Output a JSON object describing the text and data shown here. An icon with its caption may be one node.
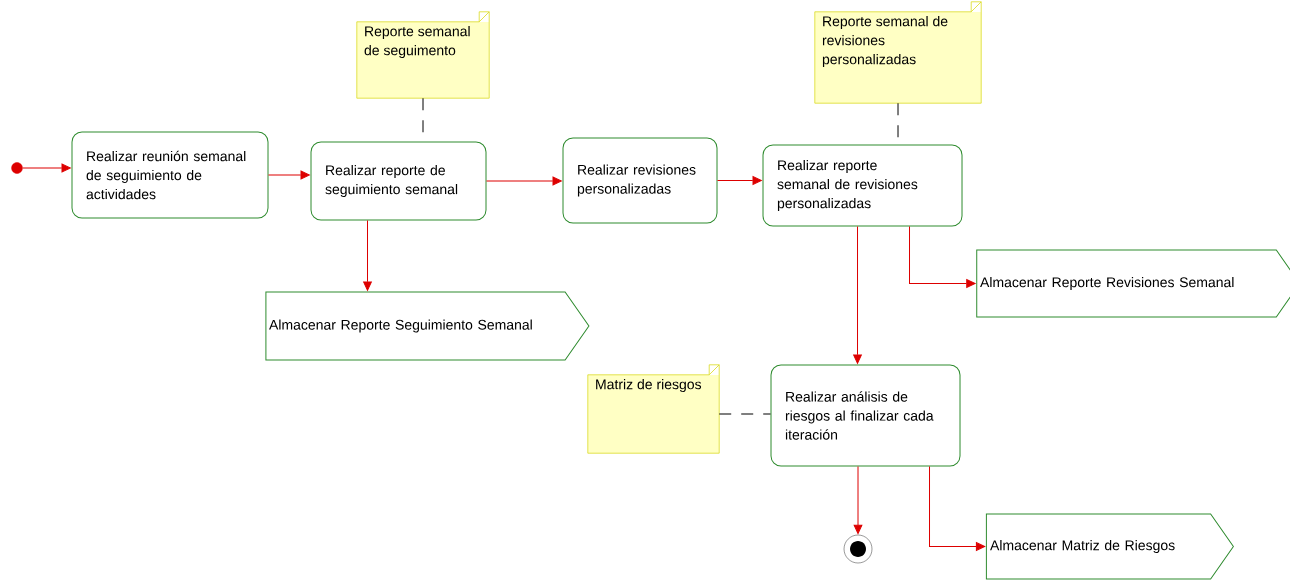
{
  "diagram": {
    "nodes": [
      {
        "text": [],
        "shape": "circle"
      },
      {
        "text": [
          "Realizar reunión semanal de seguimiento de actividades"
        ]
      },
      {
        "text": [
          "Realizar reporte de seguimiento semanal"
        ]
      },
      {
        "text": [
          "Reporte semanal de seguimento"
        ]
      },
      {
        "text": [
          "Realizar revisiones personalizadas"
        ]
      },
      {
        "text": [
          "Realizar reporte semanal de revisiones personalizadas"
        ]
      },
      {
        "text": [
          "Reporte semanal de revisiones personalizadas"
        ]
      },
      {
        "text": [
          "Almacenar Reporte Seguimiento Semanal"
        ]
      },
      {
        "text": [
          "Almacenar Reporte Revisiones Semanal"
        ]
      },
      {
        "text": [
          "Realizar análisis de riesgos al finalizar cada iteración"
        ]
      },
      {
        "text": [
          "Matriz de riesgos"
        ]
      },
      {
        "text": [],
        "shape": "circle"
      },
      {
        "text": [
          "Almacenar Matriz de Riesgos"
        ]
      }
    ],
    "edges": [
      {
        "from": 0,
        "to": 1,
        "arrow": "to"
      },
      {
        "from": 1,
        "to": 2,
        "arrow": "to"
      },
      {
        "from": 2,
        "to": 4,
        "arrow": "to"
      },
      {
        "from": 4,
        "to": 5,
        "arrow": "to"
      },
      {
        "from": 2,
        "to": 7,
        "arrow": "to"
      },
      {
        "from": 5,
        "to": 8,
        "arrow": "to"
      },
      {
        "from": 5,
        "to": 9,
        "arrow": "to"
      },
      {
        "from": 9,
        "to": 11,
        "arrow": "to"
      },
      {
        "from": 9,
        "to": 12,
        "arrow": "to"
      },
      {
        "from": 3,
        "to": 2,
        "arrow": "none",
        "style": "dashed",
        "color": "#000000"
      },
      {
        "from": 6,
        "to": 5,
        "arrow": "none",
        "style": "dashed",
        "color": "#000000"
      },
      {
        "from": 10,
        "to": 9,
        "arrow": "none",
        "style": "dashed",
        "color": "#000000"
      }
    ]
  }
}
